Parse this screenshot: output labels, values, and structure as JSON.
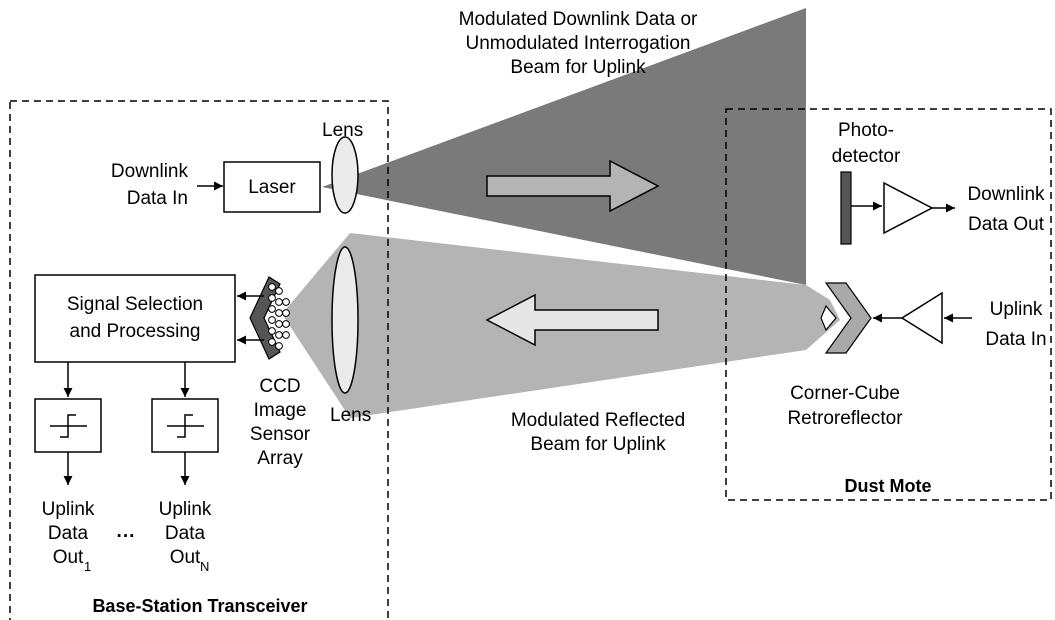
{
  "beam": {
    "downlink_caption": [
      "Modulated Downlink Data or",
      "Unmodulated Interrogation",
      "Beam for Uplink"
    ],
    "uplink_caption": [
      "Modulated Reflected",
      "Beam for Uplink"
    ],
    "downlink_beam_color": "#7a7a7a",
    "uplink_beam_color": "#b4b4b4"
  },
  "base_station": {
    "title": "Base-Station Transceiver",
    "downlink_input": [
      "Downlink",
      "Data In"
    ],
    "laser": "Laser",
    "lens_top": "Lens",
    "lens_bottom": "Lens",
    "processor": [
      "Signal Selection",
      "and Processing"
    ],
    "ccd": [
      "CCD",
      "Image",
      "Sensor",
      "Array"
    ],
    "outputs": [
      {
        "lines": [
          "Uplink",
          "Data",
          "Out"
        ],
        "subscript": "1"
      },
      {
        "lines": [
          "Uplink",
          "Data",
          "Out"
        ],
        "subscript": "N"
      }
    ],
    "ellipsis": "···"
  },
  "dust_mote": {
    "title": "Dust Mote",
    "photodetector": [
      "Photo-",
      "detector"
    ],
    "downlink_output": [
      "Downlink",
      "Data Out"
    ],
    "uplink_input": [
      "Uplink",
      "Data In"
    ],
    "retroreflector": [
      "Corner-Cube",
      "Retroreflector"
    ]
  }
}
